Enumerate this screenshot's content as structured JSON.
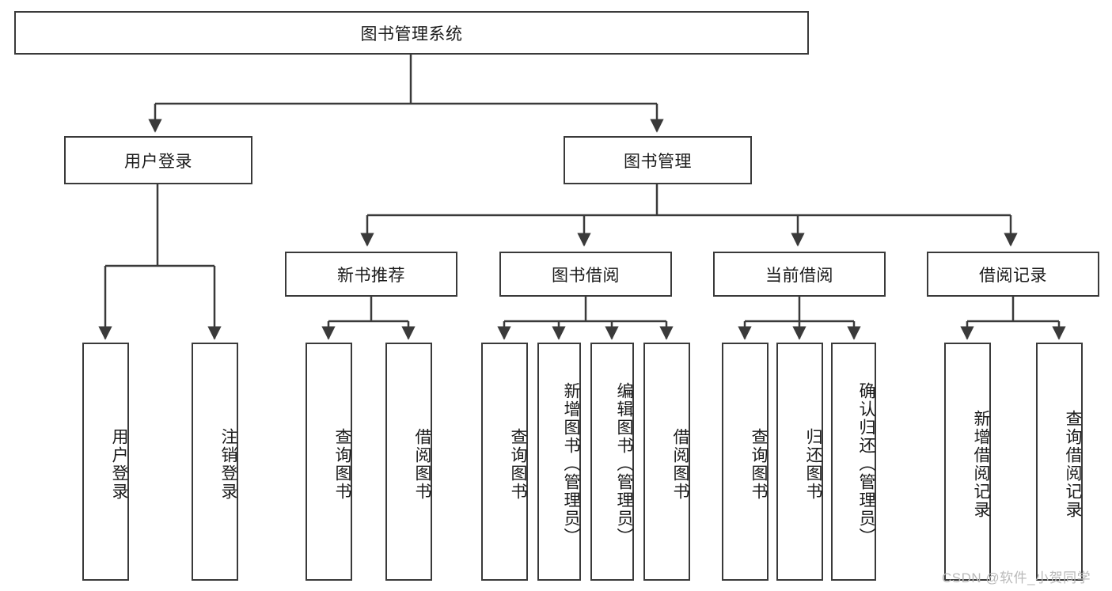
{
  "diagram": {
    "title": "图书管理系统",
    "type": "hierarchy-tree",
    "root": {
      "label": "图书管理系统"
    },
    "level2": [
      {
        "label": "用户登录"
      },
      {
        "label": "图书管理"
      }
    ],
    "level3": [
      {
        "label": "新书推荐",
        "parent": "图书管理"
      },
      {
        "label": "图书借阅",
        "parent": "图书管理"
      },
      {
        "label": "当前借阅",
        "parent": "图书管理"
      },
      {
        "label": "借阅记录",
        "parent": "图书管理"
      }
    ],
    "leaves": {
      "user_login": [
        {
          "label": "用户登录"
        },
        {
          "label": "注销登录"
        }
      ],
      "new_book_recommend": [
        {
          "label": "查询图书"
        },
        {
          "label": "借阅图书"
        }
      ],
      "book_borrow": [
        {
          "label": "查询图书"
        },
        {
          "label": "新增图书（管理员）"
        },
        {
          "label": "编辑图书（管理员）"
        },
        {
          "label": "借阅图书"
        }
      ],
      "current_borrow": [
        {
          "label": "查询图书"
        },
        {
          "label": "归还图书"
        },
        {
          "label": "确认归还（管理员）"
        }
      ],
      "borrow_record": [
        {
          "label": "新增借阅记录"
        },
        {
          "label": "查询借阅记录"
        }
      ]
    }
  },
  "watermark": {
    "text": "CSDN @软件_小贺同学"
  },
  "colors": {
    "stroke": "#3a3a3a",
    "text": "#1a1a1a",
    "background": "#ffffff",
    "watermark": "#b9b9b9"
  }
}
